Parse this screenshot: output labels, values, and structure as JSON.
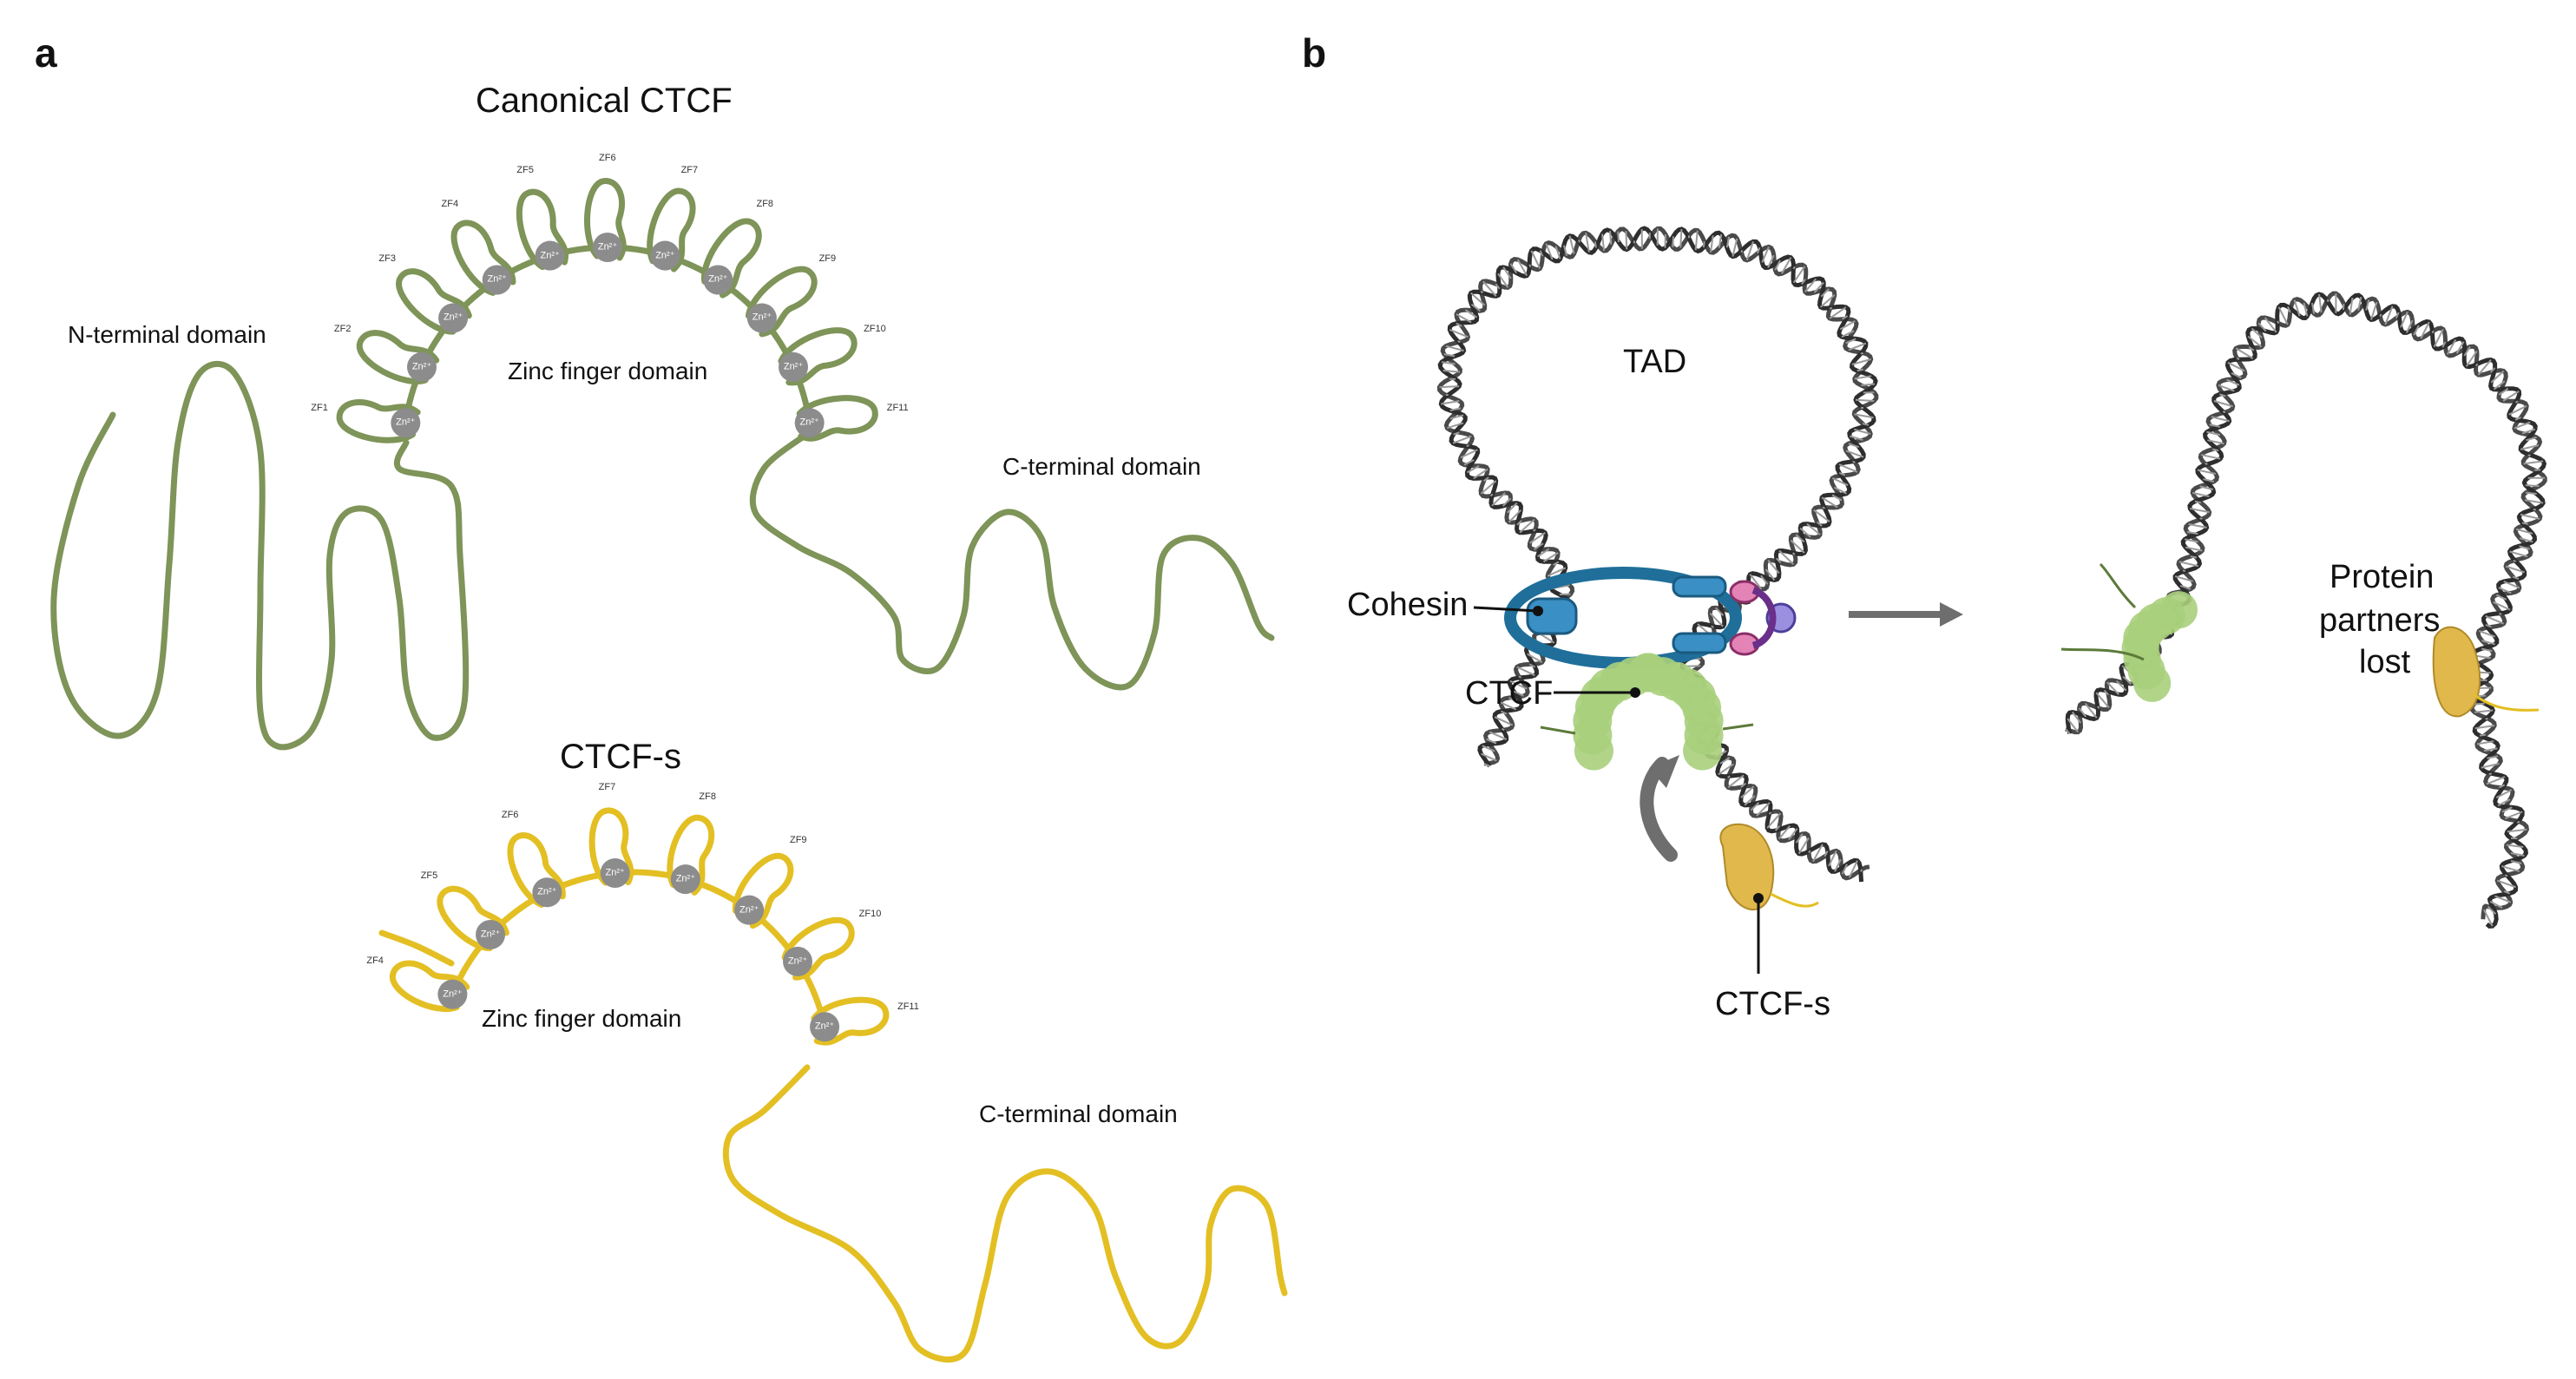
{
  "panels": {
    "a": "a",
    "b": "b"
  },
  "canonical": {
    "title": "Canonical CTCF",
    "n_terminal": "N-terminal domain",
    "zinc_finger": "Zinc finger domain",
    "c_terminal": "C-terminal domain",
    "fingers": [
      "ZF1",
      "ZF2",
      "ZF3",
      "ZF4",
      "ZF5",
      "ZF6",
      "ZF7",
      "ZF8",
      "ZF9",
      "ZF10",
      "ZF11"
    ],
    "ion": "Zn²⁺",
    "color": "#7e9458"
  },
  "short": {
    "title": "CTCF-s",
    "zinc_finger": "Zinc finger domain",
    "c_terminal": "C-terminal domain",
    "fingers": [
      "ZF4",
      "ZF5",
      "ZF6",
      "ZF7",
      "ZF8",
      "ZF9",
      "ZF10",
      "ZF11"
    ],
    "ion": "Zn²⁺",
    "color": "#e3bf23"
  },
  "panel_b": {
    "tad": "TAD",
    "cohesin": "Cohesin",
    "ctcf": "CTCF",
    "ctcf_s": "CTCF-s",
    "lost_line1": "Protein",
    "lost_line2": "partners",
    "lost_line3": "lost",
    "dna_color": "#4a4a4a",
    "cohesin_color": "#1f6f9a",
    "ctcf_color": "#a9cf7c",
    "ctcfs_color": "#e0b84c"
  }
}
